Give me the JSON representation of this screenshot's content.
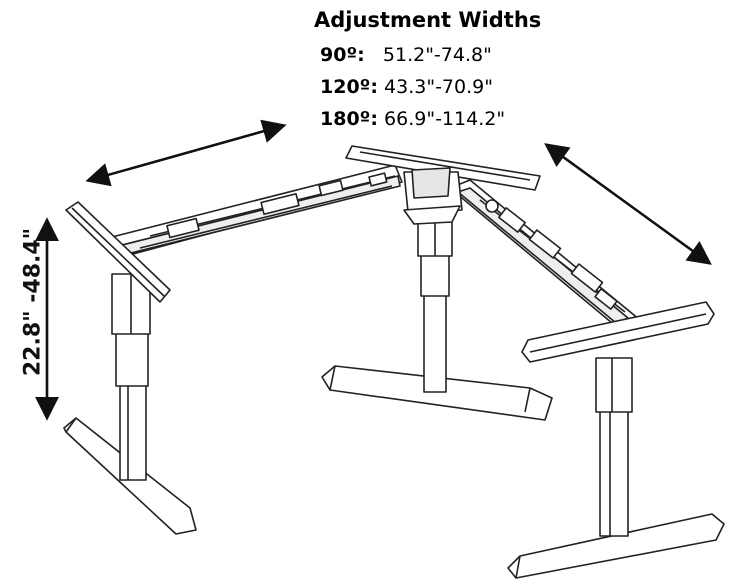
{
  "widths": {
    "title": "Adjustment Widths",
    "rows": [
      {
        "angle": "90º:",
        "range": "51.2\"-74.8\""
      },
      {
        "angle": "120º:",
        "range": "43.3\"-70.9\""
      },
      {
        "angle": "180º:",
        "range": "66.9\"-114.2\""
      }
    ]
  },
  "height": {
    "label": "22.8\" -48.4\""
  },
  "colors": {
    "line": "#222222",
    "fill": "#ffffff",
    "shade": "#d9d9d9"
  }
}
